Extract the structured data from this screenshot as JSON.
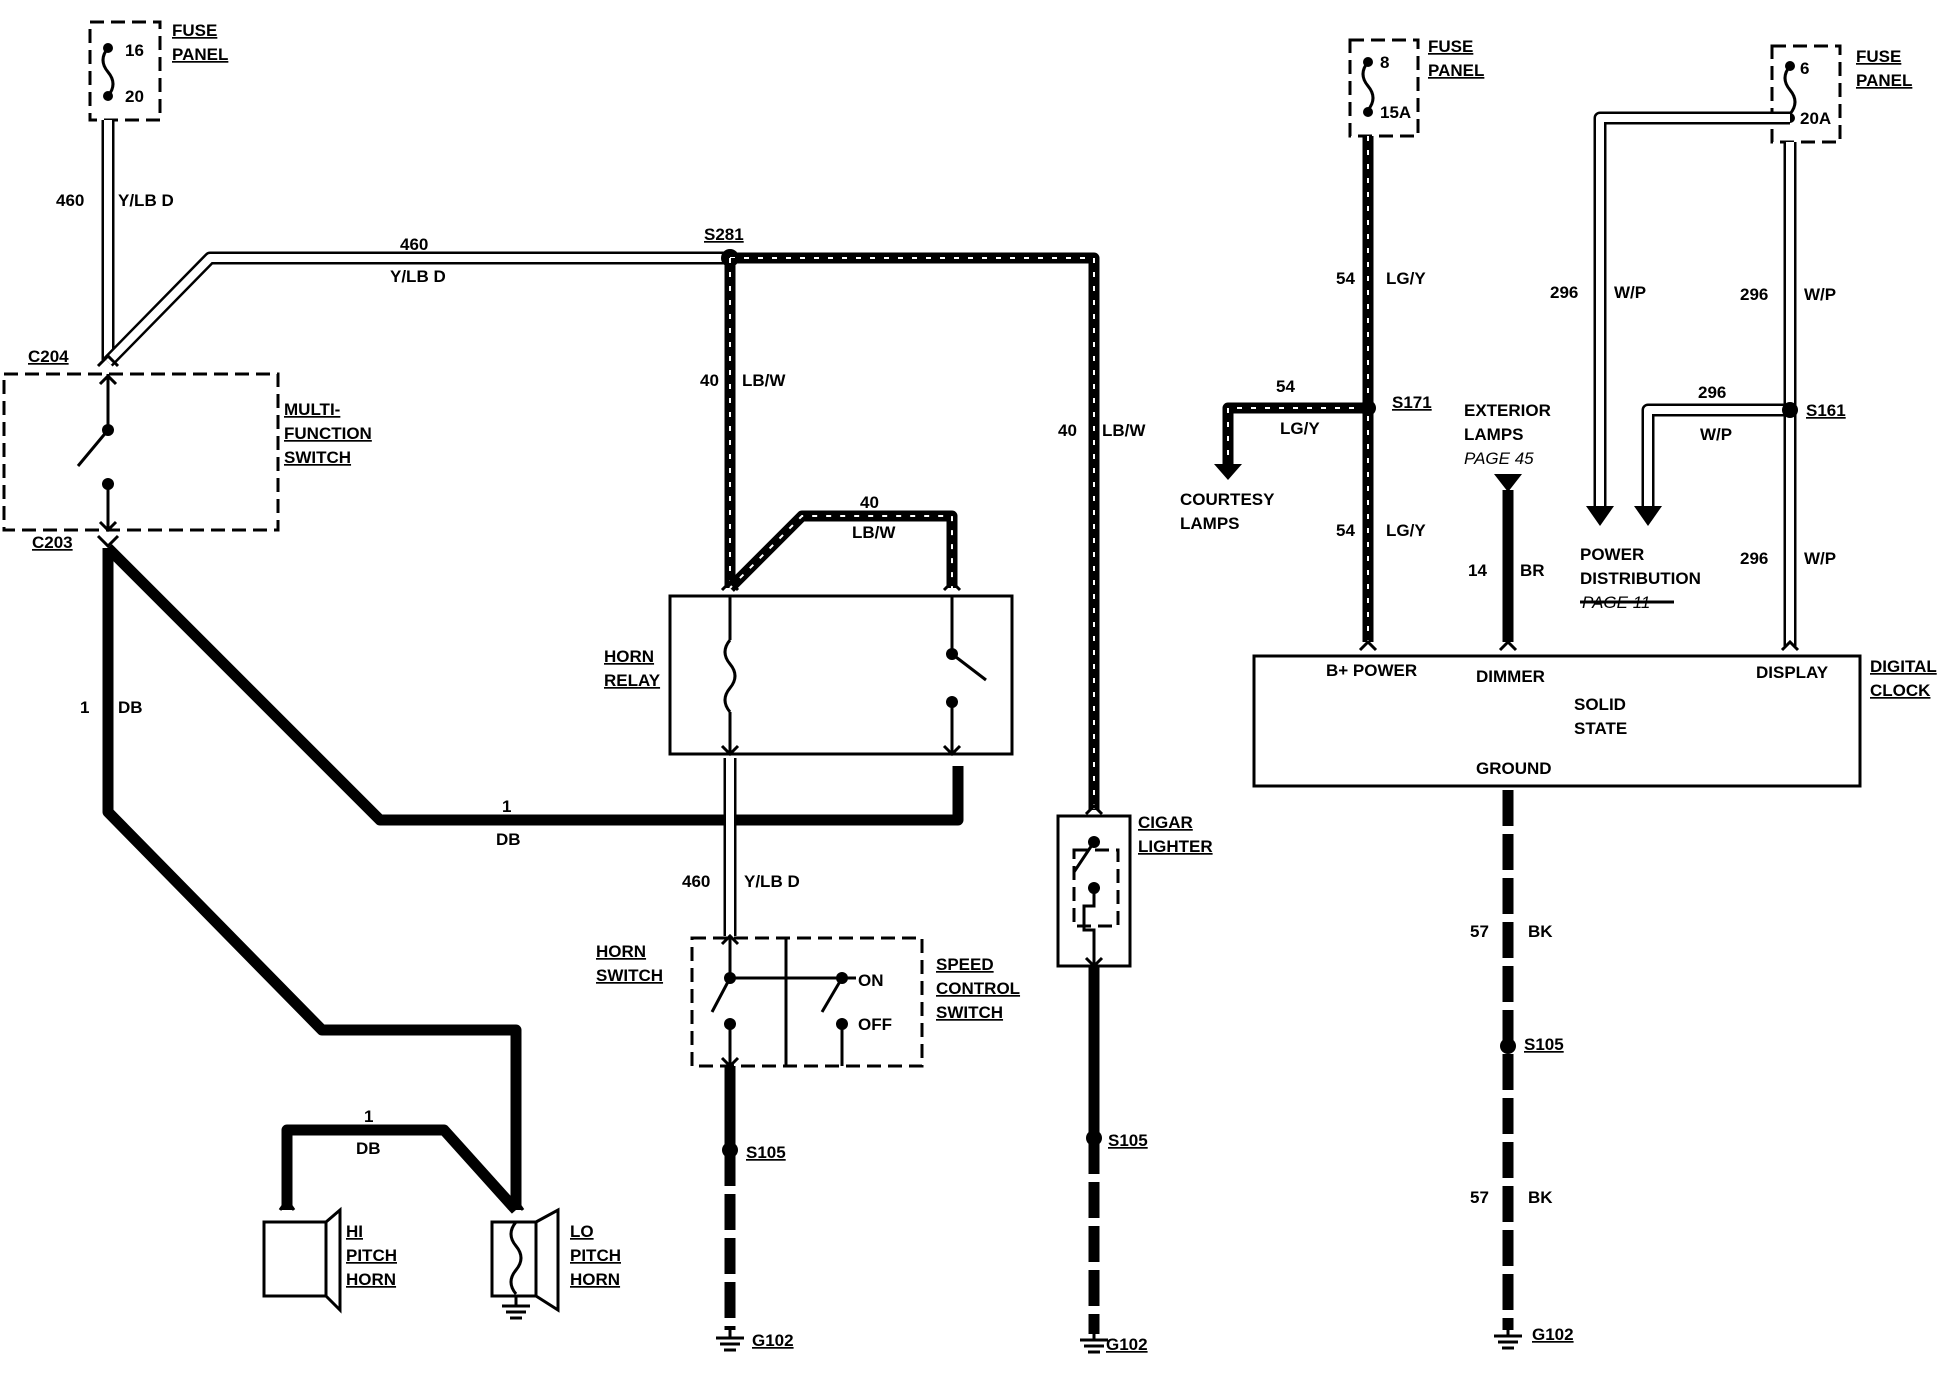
{
  "fuse_panels": [
    {
      "id": "fp1",
      "label": "FUSE\nPANEL",
      "fuse_no": "16",
      "rating": "20"
    },
    {
      "id": "fp2",
      "label": "FUSE\nPANEL",
      "fuse_no": "8",
      "rating": "15A"
    },
    {
      "id": "fp3",
      "label": "FUSE\nPANEL",
      "fuse_no": "6",
      "rating": "20A"
    }
  ],
  "connectors": {
    "c204": "C204",
    "c203": "C203",
    "s281": "S281",
    "s171": "S171",
    "s161": "S161",
    "s105_a": "S105",
    "s105_b": "S105",
    "s105_c": "S105",
    "g102_a": "G102",
    "g102_b": "G102",
    "g102_c": "G102"
  },
  "wire_labels": {
    "w460_top_num": "460",
    "w460_top_color": "Y/LB D",
    "w460_diag_num": "460",
    "w460_diag_color": "Y/LB D",
    "w40_left_num": "40",
    "w40_left_color": "LB/W",
    "w40_right_num": "40",
    "w40_right_color": "LB/W",
    "w40_relay_num": "40",
    "w40_relay_color": "LB/W",
    "w1_left_num": "1",
    "w1_left_color": "DB",
    "w1_mid_num": "1",
    "w1_mid_color": "DB",
    "w1_horn_num": "1",
    "w1_horn_color": "DB",
    "w460_low_num": "460",
    "w460_low_color": "Y/LB D",
    "w54_top_num": "54",
    "w54_top_color": "LG/Y",
    "w54_side_num": "54",
    "w54_side_color": "LG/Y",
    "w54_low_num": "54",
    "w54_low_color": "LG/Y",
    "w14_num": "14",
    "w14_color": "BR",
    "w296_a_num": "296",
    "w296_a_color": "W/P",
    "w296_b_num": "296",
    "w296_b_color": "W/P",
    "w296_c_num": "296",
    "w296_c_color": "W/P",
    "w296_d_num": "296",
    "w296_d_color": "W/P",
    "w57_a_num": "57",
    "w57_a_color": "BK",
    "w57_b_num": "57",
    "w57_b_color": "BK"
  },
  "components": {
    "multifunction_switch": "MULTI-\nFUNCTION\nSWITCH",
    "horn_relay": "HORN\nRELAY",
    "horn_switch": "HORN\nSWITCH",
    "speed_control_switch": "SPEED\nCONTROL\nSWITCH",
    "speed_on": "ON",
    "speed_off": "OFF",
    "cigar_lighter": "CIGAR\nLIGHTER",
    "hi_pitch_horn": "HI\nPITCH\nHORN",
    "lo_pitch_horn": "LO\nPITCH\nHORN",
    "courtesy_lamps": "COURTESY\nLAMPS",
    "exterior_lamps": "EXTERIOR\nLAMPS",
    "exterior_lamps_page": "PAGE 45",
    "power_distribution": "POWER\nDISTRIBUTION",
    "power_distribution_page": "PAGE 11",
    "digital_clock": "DIGITAL\nCLOCK",
    "clock_b_power": "B+ POWER",
    "clock_dimmer": "DIMMER",
    "clock_display": "DISPLAY",
    "clock_solid_state": "SOLID\nSTATE",
    "clock_ground": "GROUND"
  }
}
